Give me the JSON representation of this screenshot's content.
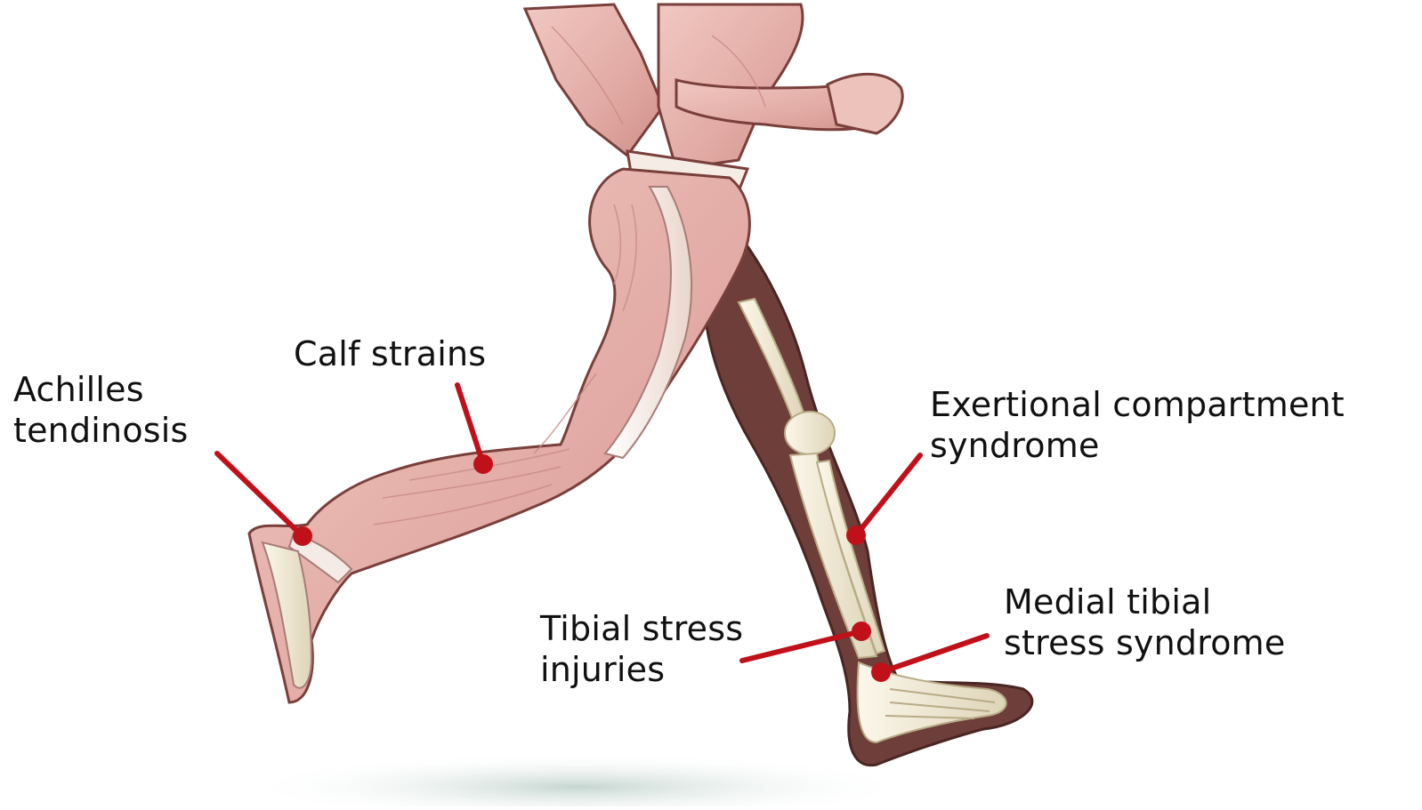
{
  "colors": {
    "background": "#ffffff",
    "pointer": "#c0111a",
    "muscle": "#e8b8b3",
    "muscle_fiber": "#c98a86",
    "tendon": "#f4e6dc",
    "far_leg_silhouette": "#6e3e3a",
    "bone": "#efe9d6",
    "shadow": "#cfdcd7",
    "label_text": "#111111"
  },
  "figure": {
    "subject": "running figure with muscles and skeleton shown",
    "icon": "anatomy-illustration"
  },
  "callouts": [
    {
      "id": "calf-strains",
      "text": "Calf strains"
    },
    {
      "id": "achilles-tendinosis",
      "text": "Achilles\ntendinosis"
    },
    {
      "id": "exertional-compartment-syndrome",
      "text": "Exertional compartment\nsyndrome"
    },
    {
      "id": "tibial-stress-injuries",
      "text": "Tibial stress\ninjuries"
    },
    {
      "id": "medial-tibial-stress-syndrome",
      "text": "Medial tibial\nstress syndrome"
    }
  ]
}
